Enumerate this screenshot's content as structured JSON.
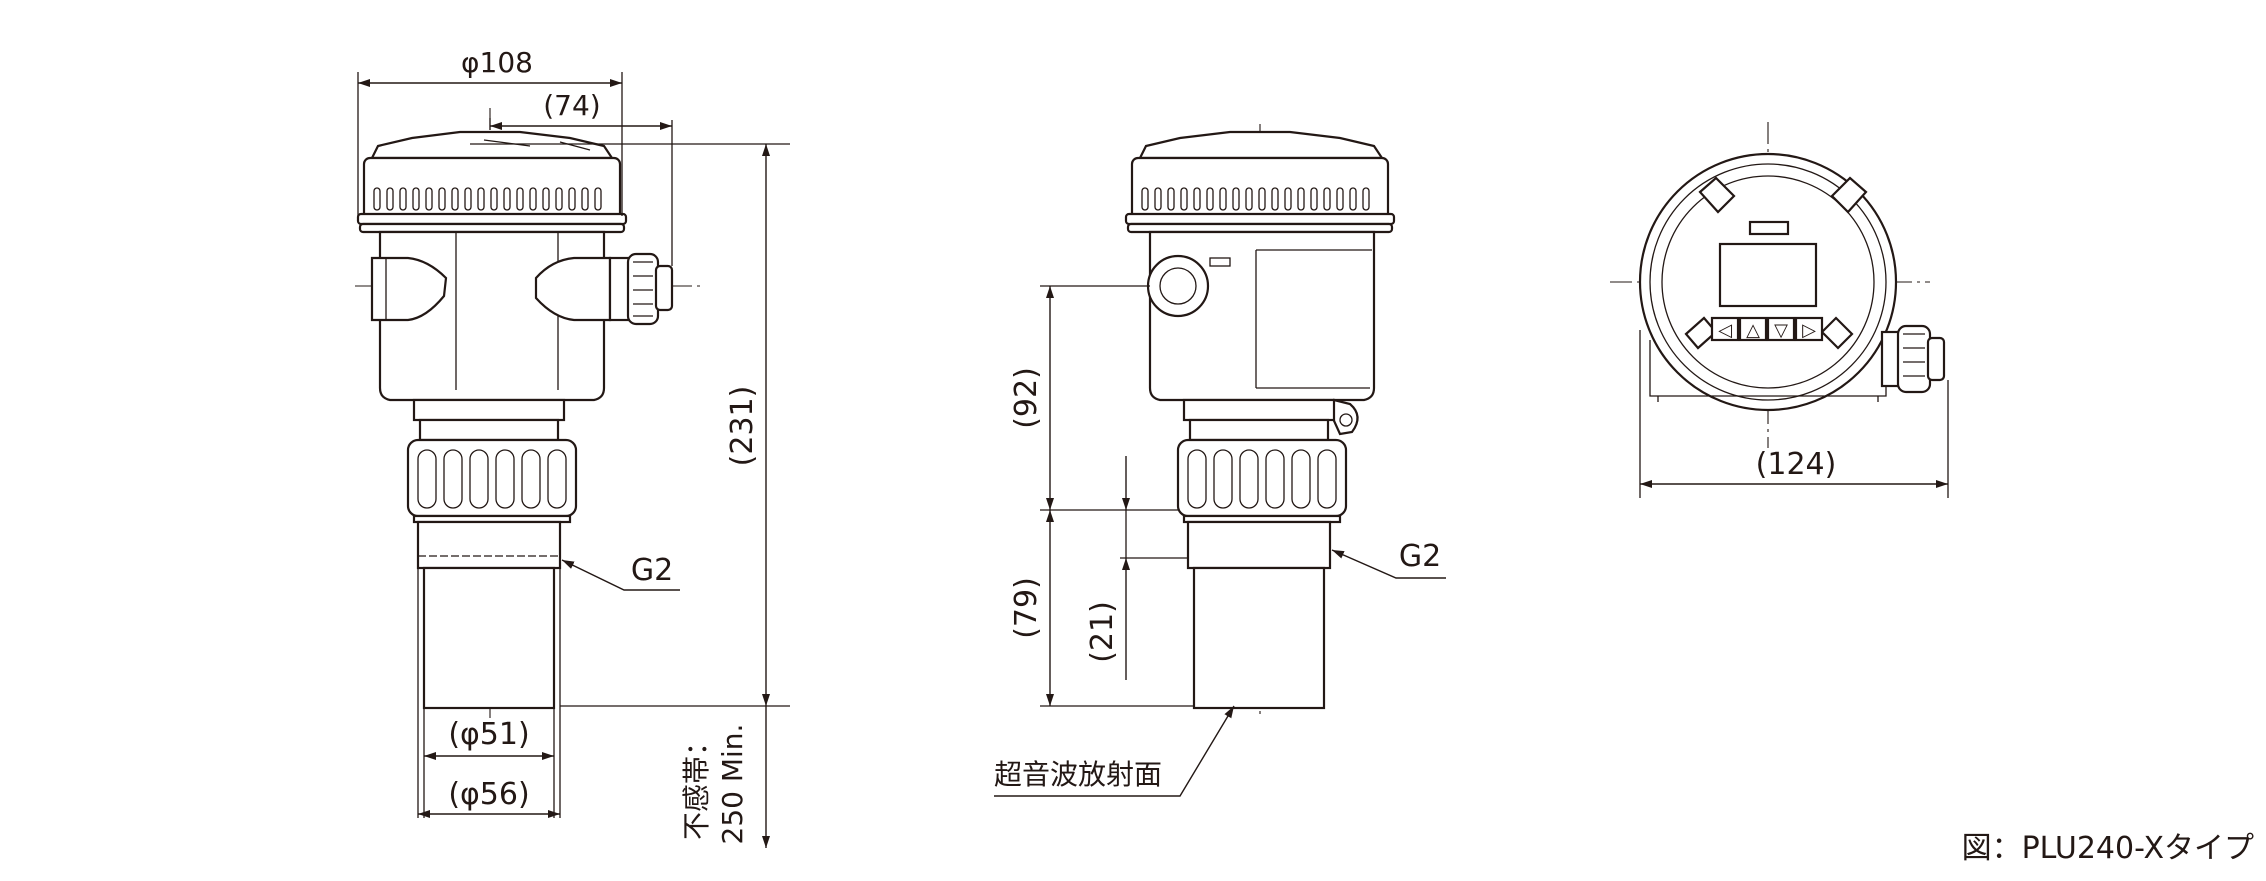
{
  "views": {
    "front": {
      "dim_housing_diameter": "φ108",
      "dim_cable_gland_offset": "(74)",
      "dim_total_height": "(231)",
      "thread_label": "G2",
      "dim_sensor_diameter": "(φ51)",
      "dim_thread_diameter": "(φ56)",
      "dead_zone_label": "不感帯：",
      "dead_zone_value": "250 Min."
    },
    "side": {
      "dim_upper_height": "(92)",
      "dim_lower_height": "(79)",
      "dim_thread_length": "(21)",
      "thread_label": "G2",
      "emitting_surface_label": "超音波放射面"
    },
    "top": {
      "dim_width": "(124)",
      "keypad_glyphs": [
        "◁",
        "△",
        "▽",
        "▷"
      ]
    }
  },
  "caption": "図：PLU240-Xタイプ"
}
